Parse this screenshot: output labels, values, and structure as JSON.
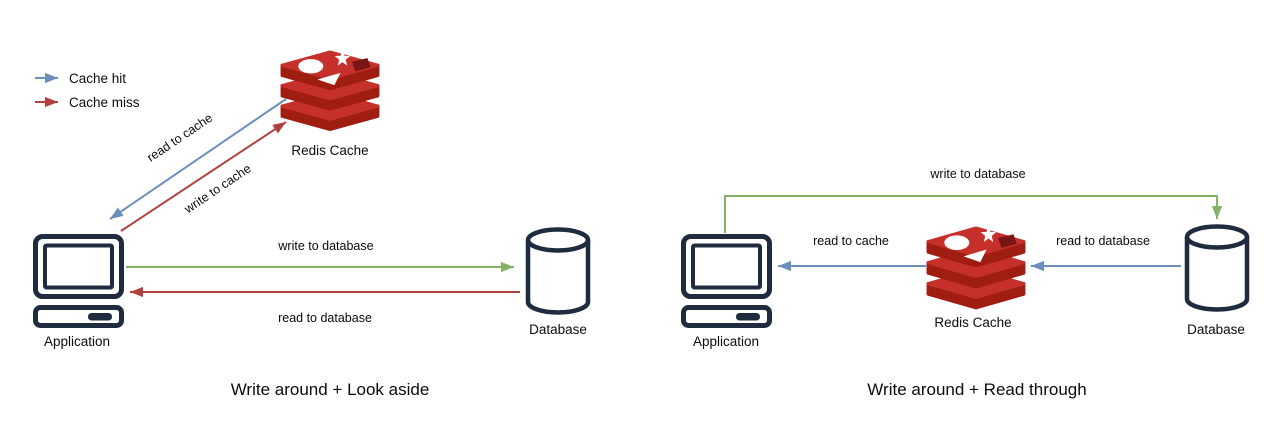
{
  "colors": {
    "cache_hit_blue": "#6c8ebf",
    "cache_miss_red": "#b0413e",
    "write_green": "#82b366",
    "icon_outline_navy": "#1f2b3e",
    "redis_red": "#c6302b",
    "redis_dark_red": "#a01d12"
  },
  "legend": {
    "cache_hit": "Cache hit",
    "cache_miss": "Cache miss"
  },
  "left": {
    "title": "Write around + Look aside",
    "nodes": {
      "application": "Application",
      "redis": "Redis Cache",
      "database": "Database"
    },
    "edges": {
      "read_to_cache": "read to cache",
      "write_to_cache": "write to cache",
      "write_to_database": "write to database",
      "read_to_database": "read to database"
    }
  },
  "right": {
    "title": "Write around + Read through",
    "nodes": {
      "application": "Application",
      "redis": "Redis Cache",
      "database": "Database"
    },
    "edges": {
      "write_to_database": "write to database",
      "read_to_cache": "read to cache",
      "read_to_database": "read to database"
    }
  }
}
